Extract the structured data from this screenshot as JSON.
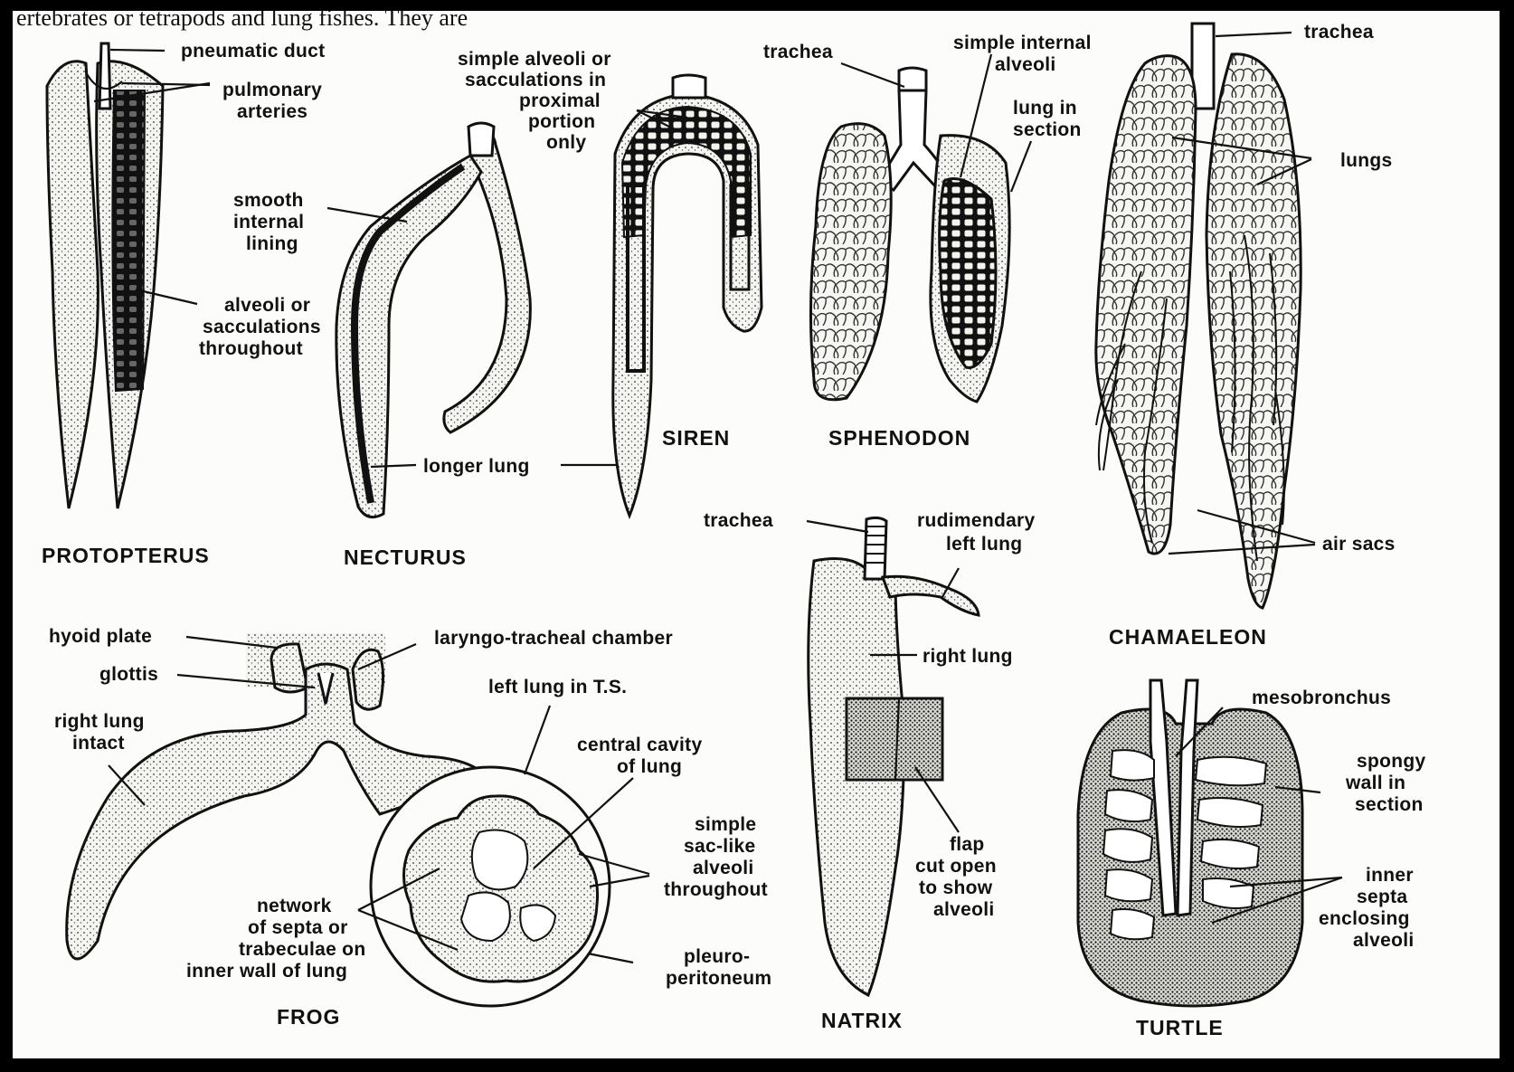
{
  "header_fragment": "ertebrates or tetrapods and lung fishes. They are",
  "specimens": {
    "protopterus": "PROTOPTERUS",
    "necturus": "NECTURUS",
    "siren": "SIREN",
    "sphenodon": "SPHENODON",
    "chamaeleon": "CHAMAELEON",
    "frog": "FROG",
    "natrix": "NATRIX",
    "turtle": "TURTLE"
  },
  "labels": {
    "pneumatic_duct": "pneumatic duct",
    "pulmonary_arteries": [
      "pulmonary",
      "arteries"
    ],
    "alveoli_throughout": [
      "alveoli or",
      "sacculations",
      "throughout"
    ],
    "smooth_lining": [
      "smooth",
      "internal",
      "lining"
    ],
    "longer_lung": "longer lung",
    "simple_alveoli_proximal": [
      "simple alveoli or",
      "sacculations in",
      "proximal",
      "portion",
      "only"
    ],
    "trachea_sphenodon": "trachea",
    "simple_internal_alveoli": [
      "simple internal",
      "alveoli"
    ],
    "lung_in_section": [
      "lung in",
      "section"
    ],
    "trachea_chamaeleon": "trachea",
    "lungs": "lungs",
    "air_sacs": "air sacs",
    "trachea_natrix": "trachea",
    "rudimentary_left_lung": [
      "rudimendary",
      "left lung"
    ],
    "right_lung": "right lung",
    "flap": [
      "flap",
      "cut open",
      "to show",
      "alveoli"
    ],
    "hyoid_plate": "hyoid plate",
    "laryngo_tracheal": "laryngo-tracheal chamber",
    "glottis": "glottis",
    "left_lung_ts": "left lung in T.S.",
    "right_lung_intact": [
      "right lung",
      "intact"
    ],
    "central_cavity": [
      "central cavity",
      "of lung"
    ],
    "simple_sac_like": [
      "simple",
      "sac-like",
      "alveoli",
      "throughout"
    ],
    "network_septa": [
      "network",
      "of septa or",
      "trabeculae on",
      "inner wall of lung"
    ],
    "pleuroperitoneum": [
      "pleuro-",
      "peritoneum"
    ],
    "mesobronchus": "mesobronchus",
    "spongy_wall": [
      "spongy",
      "wall in",
      "section"
    ],
    "inner_septa": [
      "inner",
      "septa",
      "enclosing",
      "alveoli"
    ]
  },
  "colors": {
    "frame": "#000000",
    "paper": "#fcfcfa",
    "ink": "#111111",
    "stipple": "#c9c9c4"
  }
}
